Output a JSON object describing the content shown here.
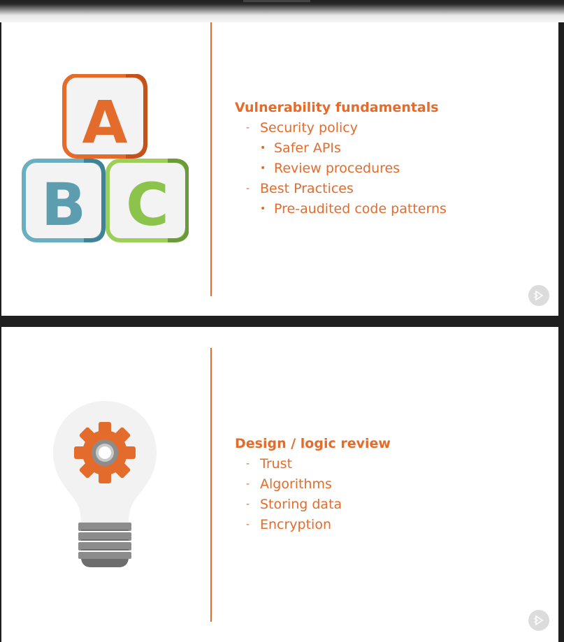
{
  "slides": [
    {
      "heading": "Vulnerability fundamentals",
      "items": [
        {
          "label": "Security policy",
          "subitems": [
            "Safer APIs",
            "Review procedures"
          ]
        },
        {
          "label": "Best Practices",
          "subitems": [
            "Pre-audited code patterns"
          ]
        }
      ],
      "art": {
        "icon": "abc-blocks-icon",
        "letters": [
          "A",
          "B",
          "C"
        ]
      }
    },
    {
      "heading": "Design / logic review",
      "items": [
        {
          "label": "Trust"
        },
        {
          "label": "Algorithms"
        },
        {
          "label": "Storing data"
        },
        {
          "label": "Encryption"
        }
      ],
      "art": {
        "icon": "lightbulb-gear-icon"
      }
    }
  ],
  "markers": {
    "level1": "-",
    "level2": "•"
  },
  "colors": {
    "accent": "#e36b2c",
    "block_a": "#e36b2c",
    "block_b": "#6aafc0",
    "block_c": "#9ccf59",
    "bulb": "#f2f2f2",
    "bulb_base": "#8c8c8c",
    "nav_button": "#dcdcdc"
  }
}
